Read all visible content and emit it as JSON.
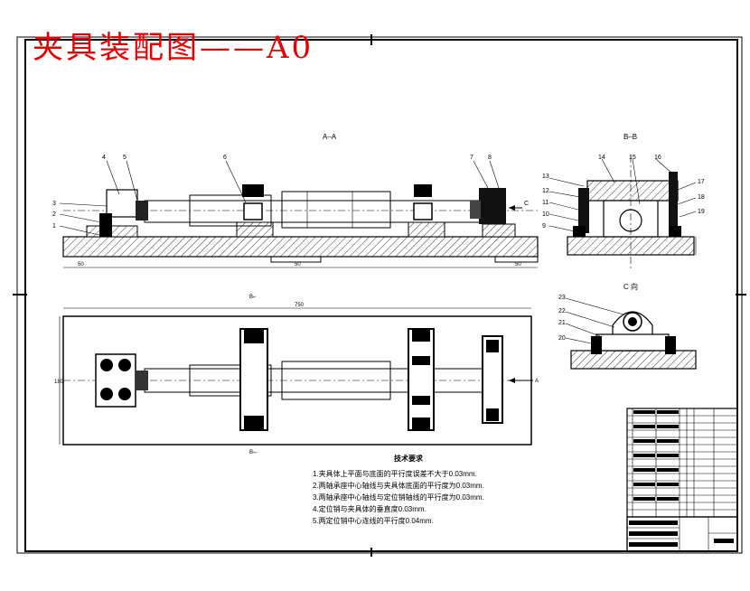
{
  "title": "夹具装配图——A0",
  "views": {
    "section_aa": "A–A",
    "section_bb": "B–B",
    "view_c": "C 向",
    "arrow_c": "C",
    "arrow_a": "A"
  },
  "dims": {
    "d50_left": "50",
    "d50_mid": "50",
    "d50_right": "50",
    "d750": "750",
    "d180": "180",
    "b_top": "B⌐",
    "b_bottom": "B⌙"
  },
  "callouts": [
    "1",
    "2",
    "3",
    "4",
    "5",
    "6",
    "7",
    "8",
    "9",
    "10",
    "11",
    "12",
    "13",
    "14",
    "15",
    "16",
    "17",
    "18",
    "19",
    "20",
    "21",
    "22",
    "23"
  ],
  "notes_heading": "技术要求",
  "notes": [
    "1.夹具体上平面与底面的平行度误差不大于0.03mm.",
    "2.两轴承座中心轴线与夹具体底面的平行度为0.03mm.",
    "3.两轴承座中心轴线与定位销轴线的平行度为0.03mm.",
    "4.定位销与夹具体的垂直度0.03mm.",
    "5.两定位销中心连线的平行度0.04mm."
  ]
}
